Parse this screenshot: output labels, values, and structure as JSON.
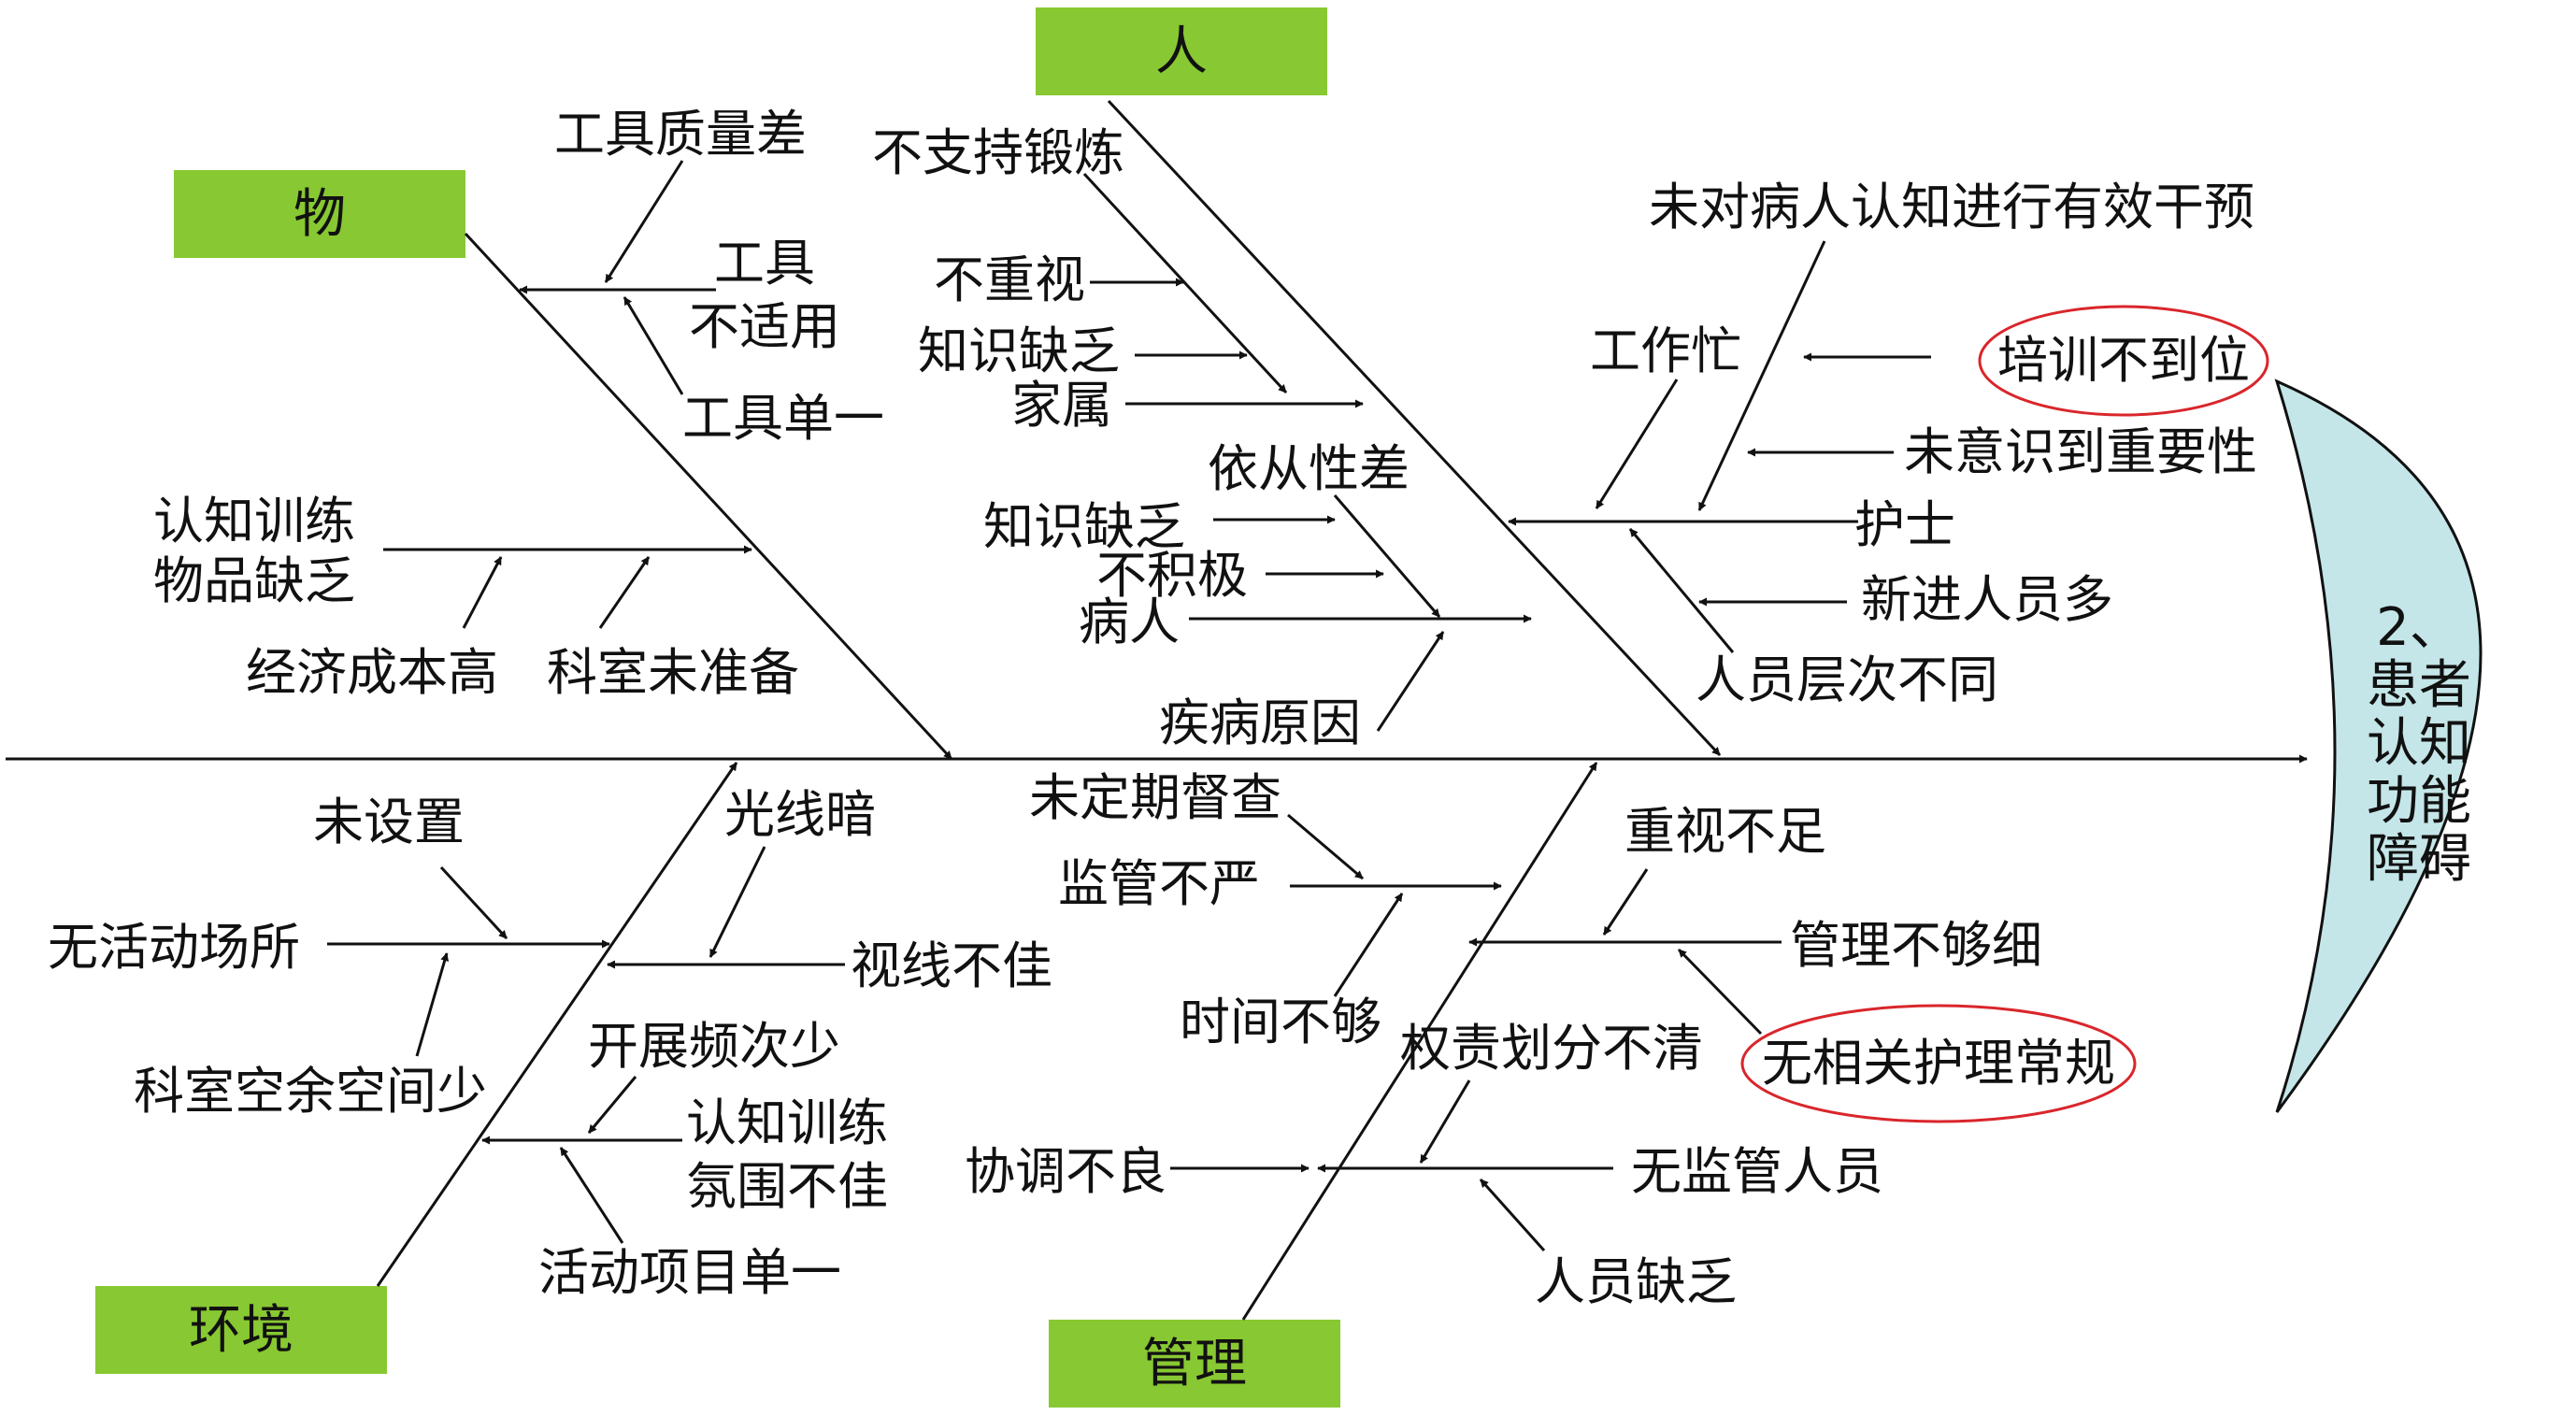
{
  "colors": {
    "category_box": "#88c832",
    "head_fill": "#c5e6e8",
    "line": "#111111",
    "highlight_circle": "#d9262b"
  },
  "head": {
    "lines": [
      "2、",
      "患者",
      "认知",
      "功能",
      "障碍"
    ]
  },
  "categories": {
    "wu": "物",
    "ren": "人",
    "huanjing": "环境",
    "guanli": "管理"
  },
  "causes": {
    "wu": {
      "tool_quality": "工具质量差",
      "tool_unsuitable_1": "工具",
      "tool_unsuitable_2": "不适用",
      "tool_single": "工具单一",
      "training_items_1": "认知训练",
      "training_items_2": "物品缺乏",
      "economic_cost": "经济成本高",
      "dept_unprepared": "科室未准备"
    },
    "ren": {
      "no_support_exercise": "不支持锻炼",
      "not_valued": "不重视",
      "knowledge_lack_family": "知识缺乏",
      "family": "家属",
      "poor_compliance": "依从性差",
      "knowledge_lack_patient": "知识缺乏",
      "not_active": "不积极",
      "patient": "病人",
      "disease_cause": "疾病原因",
      "no_effective_intervention": "未对病人认知进行有效干预",
      "busy_work": "工作忙",
      "training_insufficient": "培训不到位",
      "not_aware_importance": "未意识到重要性",
      "nurse": "护士",
      "many_new_staff": "新进人员多",
      "staff_levels_differ": "人员层次不同"
    },
    "huanjing": {
      "not_set": "未设置",
      "no_activity_place": "无活动场所",
      "dept_space_small": "科室空余空间少",
      "dim_light": "光线暗",
      "poor_vision": "视线不佳",
      "frequency_low": "开展频次少",
      "atmosphere_1": "认知训练",
      "atmosphere_2": "氛围不佳",
      "single_activity": "活动项目单一"
    },
    "guanli": {
      "no_regular_supervision": "未定期督查",
      "lax_supervision": "监管不严",
      "not_enough_time": "时间不够",
      "insufficient_attention": "重视不足",
      "management_not_detailed": "管理不够细",
      "no_nursing_routine": "无相关护理常规",
      "unclear_responsibility": "权责划分不清",
      "poor_coordination": "协调不良",
      "no_supervisor": "无监管人员",
      "staff_shortage": "人员缺乏"
    }
  }
}
